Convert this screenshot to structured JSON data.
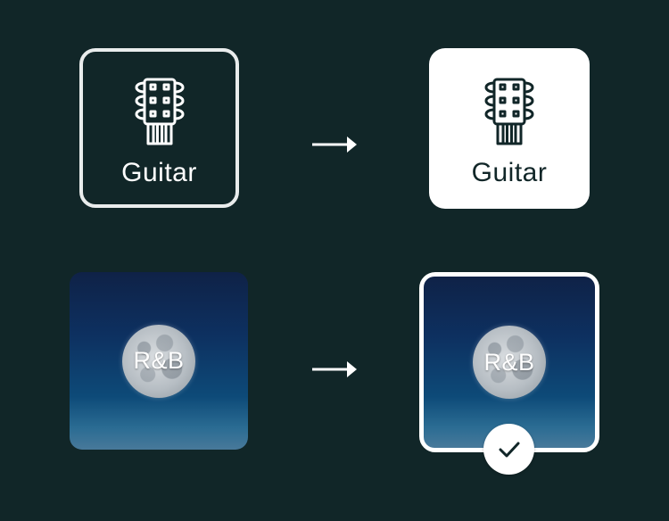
{
  "guitar_tile_unselected": {
    "label": "Guitar",
    "icon": "guitar-headstock-icon"
  },
  "guitar_tile_selected": {
    "label": "Guitar",
    "icon": "guitar-headstock-icon"
  },
  "rnb_tile_unselected": {
    "label": "R&B"
  },
  "rnb_tile_selected": {
    "label": "R&B",
    "badge_icon": "checkmark-icon"
  },
  "arrows": [
    "arrow-right-icon",
    "arrow-right-icon"
  ],
  "colors": {
    "background": "#112628",
    "tile_border": "#e9ecec",
    "selected_fill": "#ffffff",
    "dark_text": "#112628",
    "gradient_top": "#0f2247",
    "gradient_bottom": "#48799a"
  }
}
